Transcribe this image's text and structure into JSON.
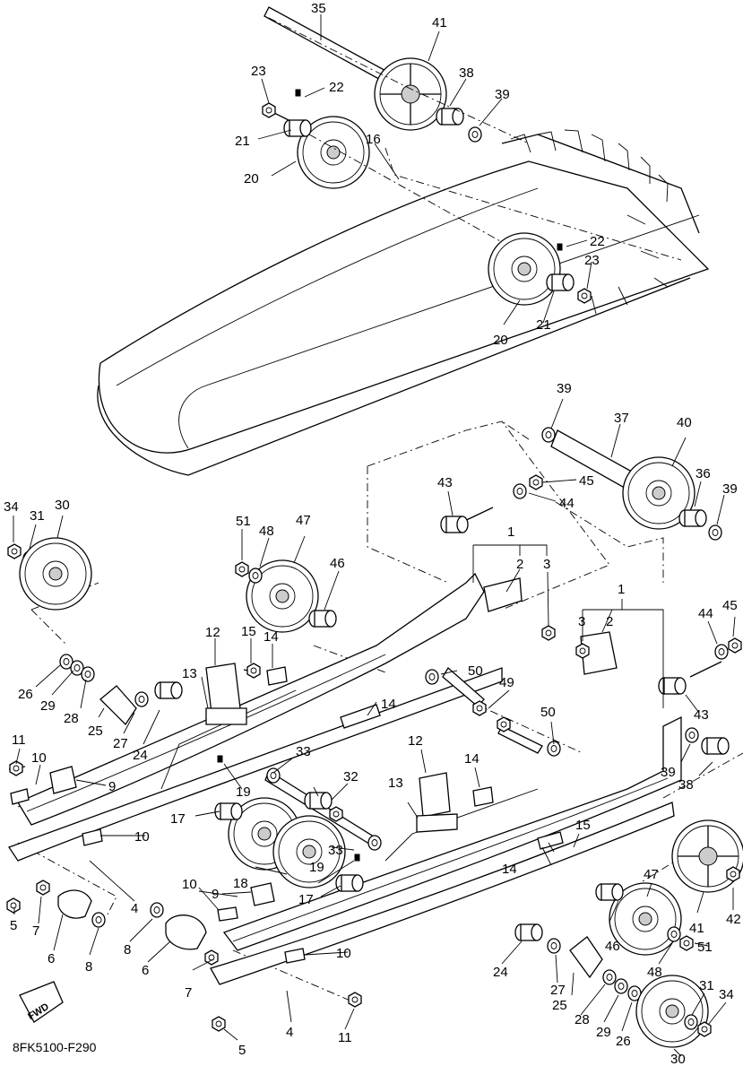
{
  "diagram_code": "8FK5100-F290",
  "fwd_label": "FWD",
  "callouts": [
    {
      "id": "c35",
      "t": "35"
    },
    {
      "id": "c41a",
      "t": "41"
    },
    {
      "id": "c23a",
      "t": "23"
    },
    {
      "id": "c22a",
      "t": "22"
    },
    {
      "id": "c38a",
      "t": "38"
    },
    {
      "id": "c39a",
      "t": "39"
    },
    {
      "id": "c21a",
      "t": "21"
    },
    {
      "id": "c16",
      "t": "16"
    },
    {
      "id": "c20a",
      "t": "20"
    },
    {
      "id": "c22b",
      "t": "22"
    },
    {
      "id": "c23b",
      "t": "23"
    },
    {
      "id": "c21b",
      "t": "21"
    },
    {
      "id": "c20b",
      "t": "20"
    },
    {
      "id": "c39b",
      "t": "39"
    },
    {
      "id": "c37",
      "t": "37"
    },
    {
      "id": "c40",
      "t": "40"
    },
    {
      "id": "c43a",
      "t": "43"
    },
    {
      "id": "c45a",
      "t": "45"
    },
    {
      "id": "c36",
      "t": "36"
    },
    {
      "id": "c44a",
      "t": "44"
    },
    {
      "id": "c39c",
      "t": "39"
    },
    {
      "id": "c34a",
      "t": "34"
    },
    {
      "id": "c31a",
      "t": "31"
    },
    {
      "id": "c30a",
      "t": "30"
    },
    {
      "id": "c51a",
      "t": "51"
    },
    {
      "id": "c48a",
      "t": "48"
    },
    {
      "id": "c47a",
      "t": "47"
    },
    {
      "id": "c1a",
      "t": "1"
    },
    {
      "id": "c2a",
      "t": "2"
    },
    {
      "id": "c3a",
      "t": "3"
    },
    {
      "id": "c46a",
      "t": "46"
    },
    {
      "id": "c1b",
      "t": "1"
    },
    {
      "id": "c3b",
      "t": "3"
    },
    {
      "id": "c2b",
      "t": "2"
    },
    {
      "id": "c44b",
      "t": "44"
    },
    {
      "id": "c45b",
      "t": "45"
    },
    {
      "id": "c12a",
      "t": "12"
    },
    {
      "id": "c15a",
      "t": "15"
    },
    {
      "id": "c14a",
      "t": "14"
    },
    {
      "id": "c13a",
      "t": "13"
    },
    {
      "id": "c26a",
      "t": "26"
    },
    {
      "id": "c29a",
      "t": "29"
    },
    {
      "id": "c28a",
      "t": "28"
    },
    {
      "id": "c25a",
      "t": "25"
    },
    {
      "id": "c27a",
      "t": "27"
    },
    {
      "id": "c24a",
      "t": "24"
    },
    {
      "id": "c14b",
      "t": "14"
    },
    {
      "id": "c50a",
      "t": "50"
    },
    {
      "id": "c49",
      "t": "49"
    },
    {
      "id": "c43b",
      "t": "43"
    },
    {
      "id": "c50b",
      "t": "50"
    },
    {
      "id": "c11a",
      "t": "11"
    },
    {
      "id": "c10a",
      "t": "10"
    },
    {
      "id": "c9a",
      "t": "9"
    },
    {
      "id": "c33a",
      "t": "33"
    },
    {
      "id": "c19a",
      "t": "19"
    },
    {
      "id": "c39d",
      "t": "39"
    },
    {
      "id": "c38b",
      "t": "38"
    },
    {
      "id": "c32",
      "t": "32"
    },
    {
      "id": "c12b",
      "t": "12"
    },
    {
      "id": "c14c",
      "t": "14"
    },
    {
      "id": "c13b",
      "t": "13"
    },
    {
      "id": "c17a",
      "t": "17"
    },
    {
      "id": "c10b",
      "t": "10"
    },
    {
      "id": "c15b",
      "t": "15"
    },
    {
      "id": "c18",
      "t": "18"
    },
    {
      "id": "c33b",
      "t": "33"
    },
    {
      "id": "c19b",
      "t": "19"
    },
    {
      "id": "c14d",
      "t": "14"
    },
    {
      "id": "c17b",
      "t": "17"
    },
    {
      "id": "c47b",
      "t": "47"
    },
    {
      "id": "c42",
      "t": "42"
    },
    {
      "id": "c41b",
      "t": "41"
    },
    {
      "id": "c10c",
      "t": "10"
    },
    {
      "id": "c9b",
      "t": "9"
    },
    {
      "id": "c4a",
      "t": "4"
    },
    {
      "id": "c5a",
      "t": "5"
    },
    {
      "id": "c7a",
      "t": "7"
    },
    {
      "id": "c6a",
      "t": "6"
    },
    {
      "id": "c8a",
      "t": "8"
    },
    {
      "id": "c8b",
      "t": "8"
    },
    {
      "id": "c6b",
      "t": "6"
    },
    {
      "id": "c10d",
      "t": "10"
    },
    {
      "id": "c46b",
      "t": "46"
    },
    {
      "id": "c51b",
      "t": "51"
    },
    {
      "id": "c7b",
      "t": "7"
    },
    {
      "id": "c24b",
      "t": "24"
    },
    {
      "id": "c27b",
      "t": "27"
    },
    {
      "id": "c48b",
      "t": "48"
    },
    {
      "id": "c25b",
      "t": "25"
    },
    {
      "id": "c31b",
      "t": "31"
    },
    {
      "id": "c34b",
      "t": "34"
    },
    {
      "id": "c28b",
      "t": "28"
    },
    {
      "id": "c29b",
      "t": "29"
    },
    {
      "id": "c26b",
      "t": "26"
    },
    {
      "id": "c4b",
      "t": "4"
    },
    {
      "id": "c11b",
      "t": "11"
    },
    {
      "id": "c5b",
      "t": "5"
    },
    {
      "id": "c30b",
      "t": "30"
    }
  ]
}
